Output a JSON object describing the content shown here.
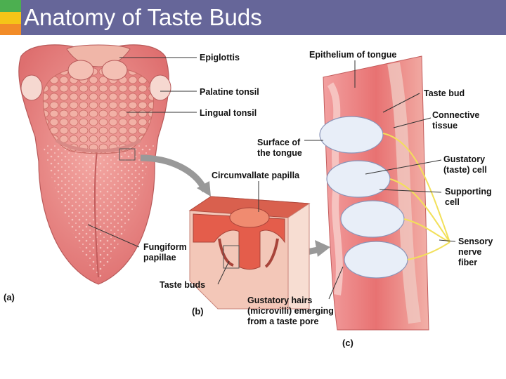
{
  "slide": {
    "title": "Anatomy of Taste Buds",
    "colors": {
      "header": "#666699",
      "accent_green": "#4caf50",
      "accent_yellow": "#f5c518",
      "accent_orange": "#f28c28",
      "tissue": "#e97a7a",
      "nerve": "#f2e05a"
    }
  },
  "labels": {
    "epiglottis": "Epiglottis",
    "palatine_tonsil": "Palatine tonsil",
    "lingual_tonsil": "Lingual tonsil",
    "surface_line1": "Surface of",
    "surface_line2": "the tongue",
    "circumvallate": "Circumvallate papilla",
    "fungiform_line1": "Fungiform",
    "fungiform_line2": "papillae",
    "taste_buds": "Taste buds",
    "epithelium": "Epithelium of tongue",
    "taste_bud": "Taste bud",
    "connective_line1": "Connective",
    "connective_line2": "tissue",
    "gustatory_line1": "Gustatory",
    "gustatory_line2": "(taste) cell",
    "supporting_line1": "Supporting",
    "supporting_line2": "cell",
    "sensory_line1": "Sensory",
    "sensory_line2": "nerve",
    "sensory_line3": "fiber",
    "hairs_line1": "Gustatory hairs",
    "hairs_line2": "(microvilli) emerging",
    "hairs_line3": "from a taste pore"
  },
  "panels": {
    "a": "(a)",
    "b": "(b)",
    "c": "(c)"
  }
}
